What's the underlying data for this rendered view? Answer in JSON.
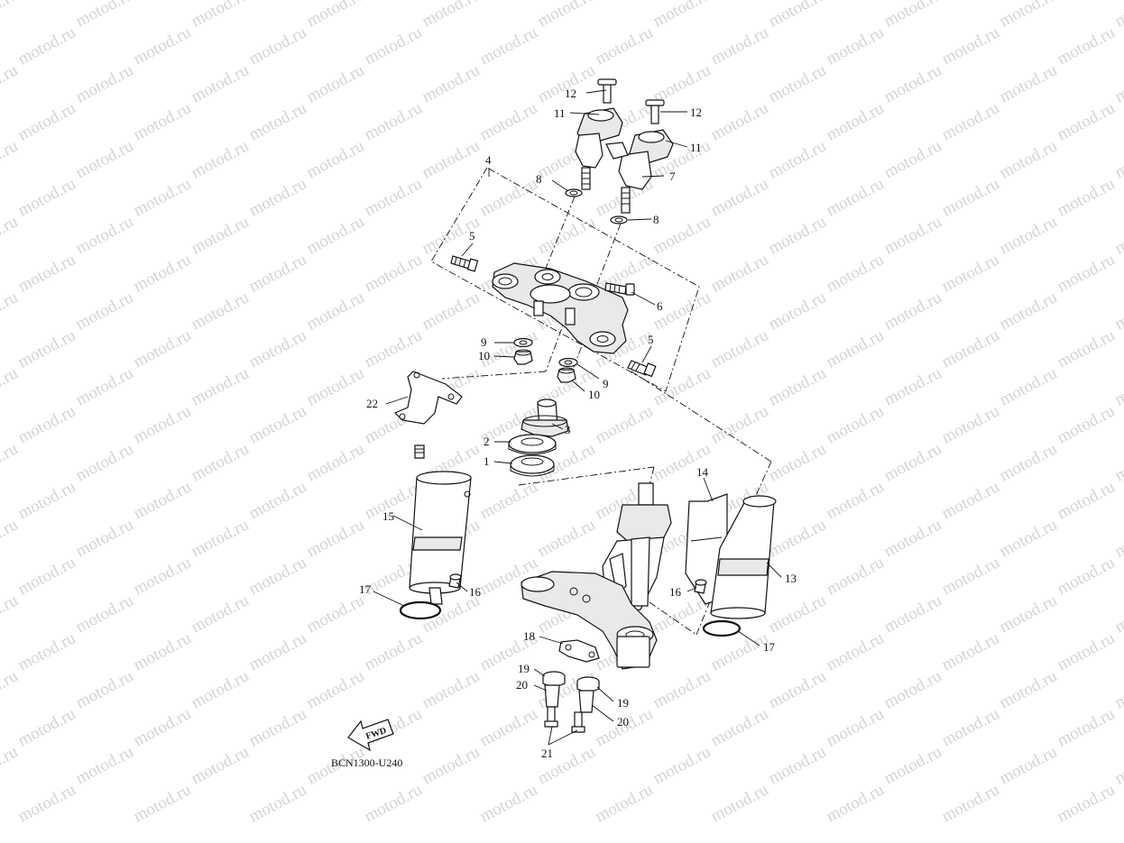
{
  "watermark": {
    "text": "motod.ru"
  },
  "diagram_code": "BCN1300-U240",
  "fwd_label": "FWD",
  "callouts": [
    "12",
    "11",
    "12",
    "11",
    "7",
    "8",
    "8",
    "4",
    "5",
    "6",
    "5",
    "9",
    "10",
    "9",
    "10",
    "22",
    "3",
    "2",
    "1",
    "14",
    "15",
    "13",
    "16",
    "16",
    "17",
    "17",
    "18",
    "19",
    "20",
    "19",
    "20",
    "21"
  ]
}
